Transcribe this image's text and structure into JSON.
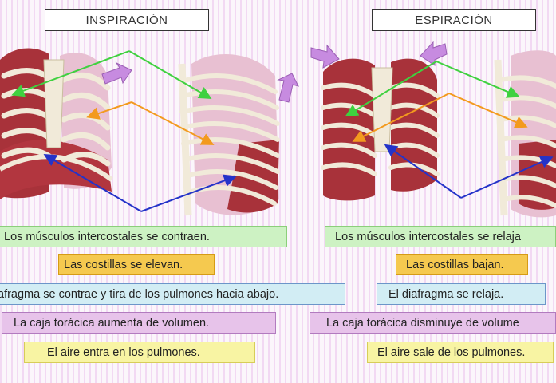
{
  "titles": {
    "inspiration": "INSPIRACIÓN",
    "expiration": "ESPIRACIÓN"
  },
  "inspiration": {
    "intercostal": "Los músculos intercostales se contraen.",
    "ribs": "Las costillas se elevan.",
    "diaphragm": "afragma se contrae y tira de los pulmones hacia abajo.",
    "volume": "La caja torácica aumenta de volumen.",
    "air": "El aire entra en los pulmones."
  },
  "expiration": {
    "intercostal": "Los músculos intercostales se relaja",
    "ribs": "Las costillas bajan.",
    "diaphragm": "El diafragma se relaja.",
    "volume": "La caja torácica disminuye de volume",
    "air": "El aire sale de los pulmones."
  },
  "colors": {
    "green_arrow": "#3fd13f",
    "orange_arrow": "#f39a1e",
    "blue_arrow": "#2433c9",
    "motion_arrow": "#c78be0",
    "muscle": "#a8323a",
    "bone": "#f1ead9",
    "lung": "#e8c0d2"
  }
}
